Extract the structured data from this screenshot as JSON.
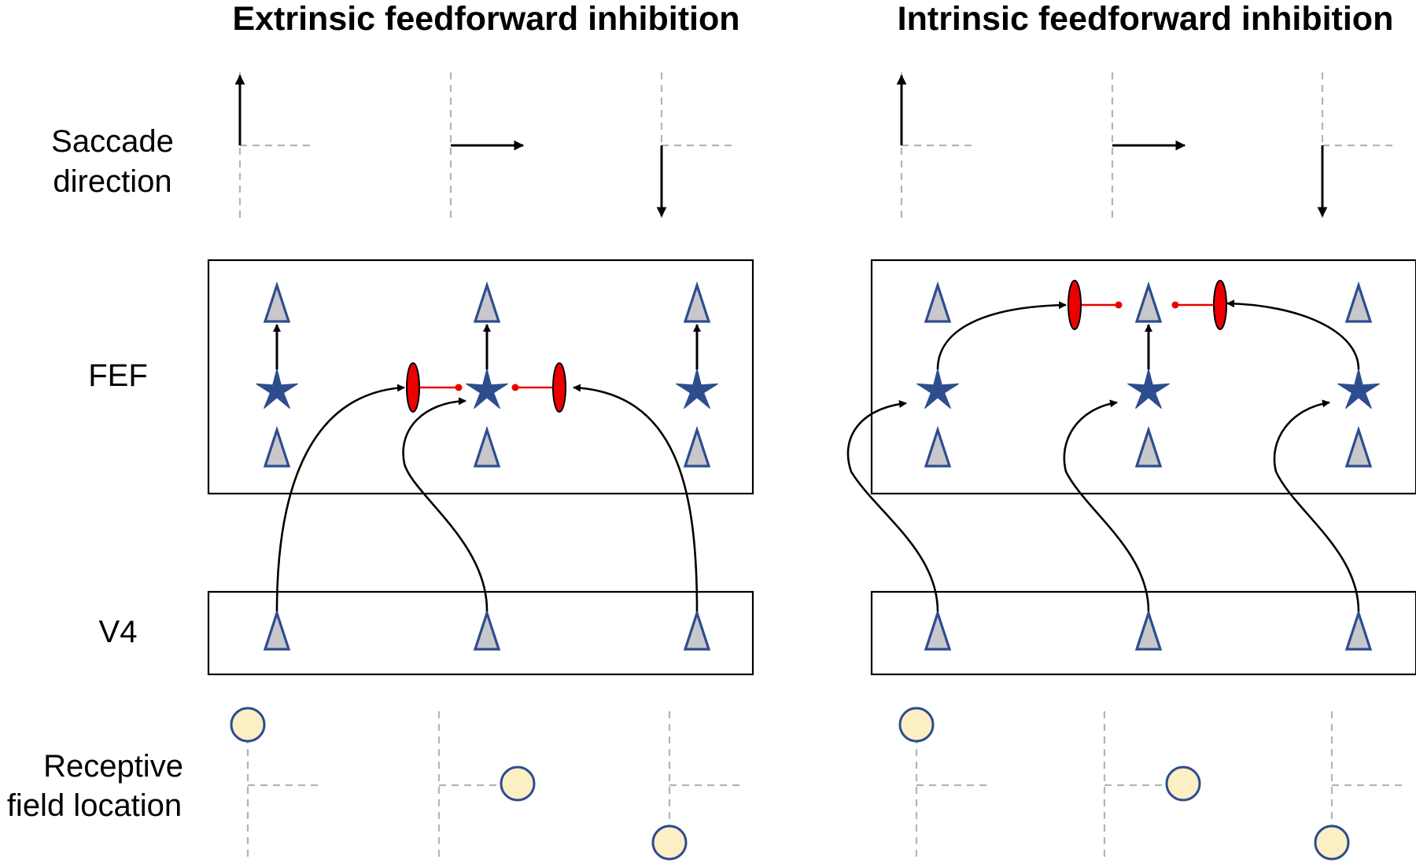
{
  "panels": [
    {
      "title": "Extrinsic feedforward inhibition"
    },
    {
      "title": "Intrinsic feedforward inhibition"
    }
  ],
  "row_labels": {
    "saccade": [
      "Saccade",
      "direction"
    ],
    "fef": "FEF",
    "v4": "V4",
    "receptive_field": [
      "Receptive",
      "field location"
    ]
  },
  "colors": {
    "neuron_fill": "#c8c8cc",
    "neuron_stroke": "#2e4d8f",
    "star": "#2e4d8f",
    "inhibitory": "#ee0000",
    "receptive_field_fill": "#fdefc4",
    "receptive_field_stroke": "#2e4d8f",
    "guide": "#b4b4b4",
    "connection": "#000000"
  },
  "saccade_directions": [
    "up",
    "right",
    "down"
  ],
  "receptive_field_locations": [
    "up",
    "right",
    "down"
  ]
}
